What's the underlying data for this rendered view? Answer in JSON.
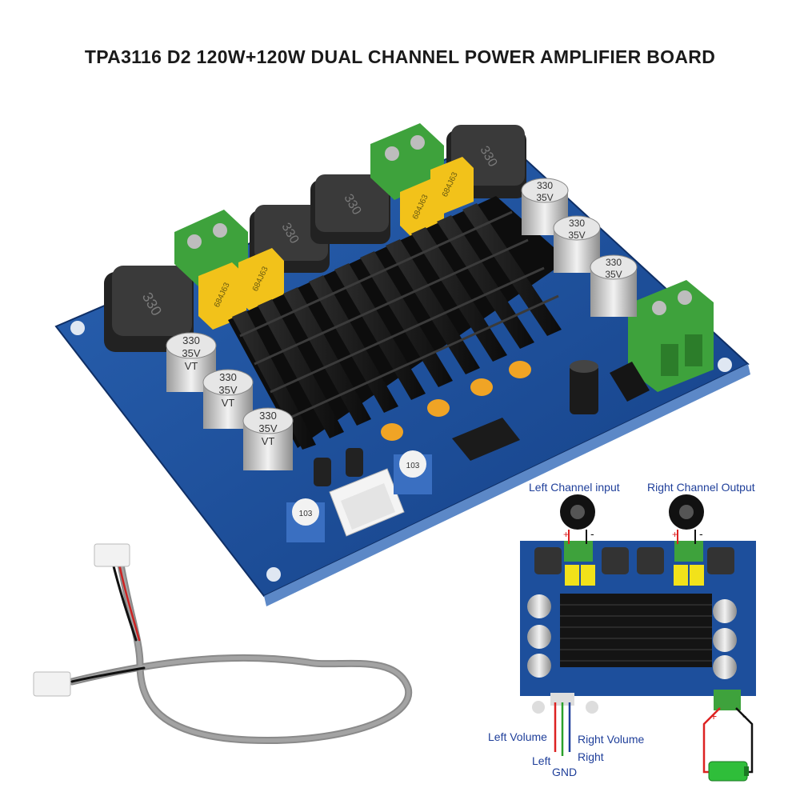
{
  "title": "TPA3116 D2 120W+120W DUAL CHANNEL POWER AMPLIFIER BOARD",
  "diagram": {
    "left_channel_input": "Left Channel input",
    "right_channel_output": "Right Channel Output",
    "left_volume": "Left Volume",
    "right_volume": "Right Volume",
    "left": "Left",
    "gnd": "GND",
    "right": "Right",
    "plus": "+",
    "minus": "-"
  },
  "board_markings": {
    "inductor": "330",
    "capacitor_value": "330",
    "capacitor_voltage": "35V",
    "capacitor_series": "VT",
    "film_cap": "684J63",
    "trimmer": "103"
  },
  "colors": {
    "pcb": "#1d4f9c",
    "heatsink": "#161616",
    "terminal": "#3ea23c",
    "film_cap": "#f2c21a",
    "title": "#1a1a1a",
    "label": "#1f3f9a"
  }
}
